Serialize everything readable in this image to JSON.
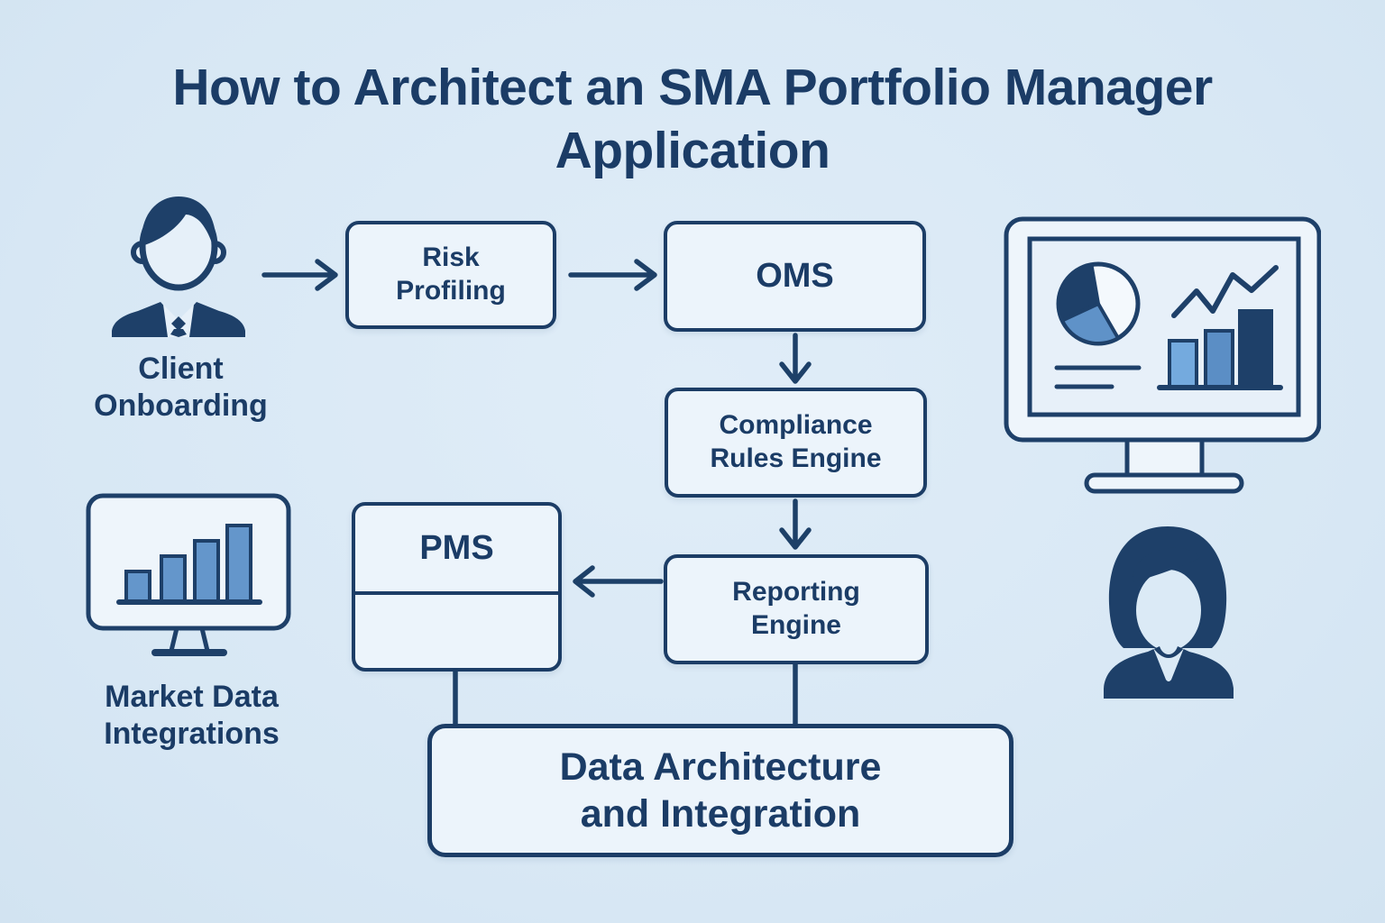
{
  "title": {
    "line1": "How to Architect an SMA Portfolio Manager",
    "line2": "Application"
  },
  "nodes": {
    "client_onboarding": {
      "line1": "Client",
      "line2": "Onboarding"
    },
    "risk_profiling": {
      "line1": "Risk",
      "line2": "Profiling"
    },
    "oms": {
      "label": "OMS"
    },
    "compliance_rules_engine": {
      "line1": "Compliance",
      "line2": "Rules Engine"
    },
    "reporting_engine": {
      "line1": "Reporting",
      "line2": "Engine"
    },
    "pms": {
      "label": "PMS"
    },
    "data_architecture": {
      "line1": "Data Architecture",
      "line2": "and Integration"
    },
    "market_data_integrations": {
      "line1": "Market Data",
      "line2": "Integrations"
    }
  },
  "edges": [
    {
      "from": "client_onboarding",
      "to": "risk_profiling",
      "style": "arrow-right"
    },
    {
      "from": "risk_profiling",
      "to": "oms",
      "style": "arrow-right"
    },
    {
      "from": "oms",
      "to": "compliance_rules_engine",
      "style": "arrow-down"
    },
    {
      "from": "compliance_rules_engine",
      "to": "reporting_engine",
      "style": "arrow-down"
    },
    {
      "from": "reporting_engine",
      "to": "pms",
      "style": "arrow-left"
    },
    {
      "from": "pms",
      "to": "data_architecture",
      "style": "line"
    },
    {
      "from": "reporting_engine",
      "to": "data_architecture",
      "style": "line"
    }
  ],
  "icons": {
    "client_onboarding": "businessman-icon",
    "top_right": "analytics-dashboard-monitor-icon",
    "bottom_right": "woman-user-icon",
    "market_data": "bar-chart-monitor-icon"
  },
  "colors": {
    "background": "#dbeaf6",
    "node_fill": "#ecf4fb",
    "outline": "#1c3d66",
    "text": "#1b3c66",
    "bar_light": "#74aade",
    "bar_medium": "#5b8ec5",
    "bar_dark": "#1e4069",
    "pie_blue": "#5f92c8"
  }
}
